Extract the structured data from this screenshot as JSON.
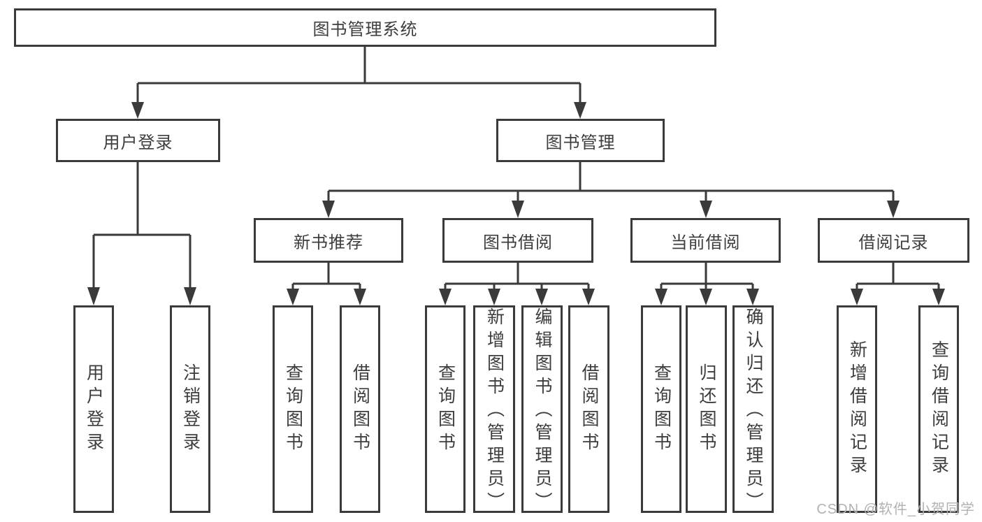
{
  "watermark": "CSDN @软件_小贺同学",
  "colors": {
    "line": "#3a3a3a",
    "text": "#3d3d3d",
    "box_background": "#ffffff",
    "watermark": "#b2b2b2"
  },
  "tree": {
    "label": "图书管理系统",
    "children": [
      {
        "label": "用户登录",
        "children": [
          {
            "label": "用户登录"
          },
          {
            "label": "注销登录"
          }
        ]
      },
      {
        "label": "图书管理",
        "children": [
          {
            "label": "新书推荐",
            "children": [
              {
                "label": "查询图书"
              },
              {
                "label": "借阅图书"
              }
            ]
          },
          {
            "label": "图书借阅",
            "children": [
              {
                "label": "查询图书"
              },
              {
                "label": "新增图书（管理员）"
              },
              {
                "label": "编辑图书（管理员）"
              },
              {
                "label": "借阅图书"
              }
            ]
          },
          {
            "label": "当前借阅",
            "children": [
              {
                "label": "查询图书"
              },
              {
                "label": "归还图书"
              },
              {
                "label": "确认归还（管理员）"
              }
            ]
          },
          {
            "label": "借阅记录",
            "children": [
              {
                "label": "新增借阅记录"
              },
              {
                "label": "查询借阅记录"
              }
            ]
          }
        ]
      }
    ]
  }
}
